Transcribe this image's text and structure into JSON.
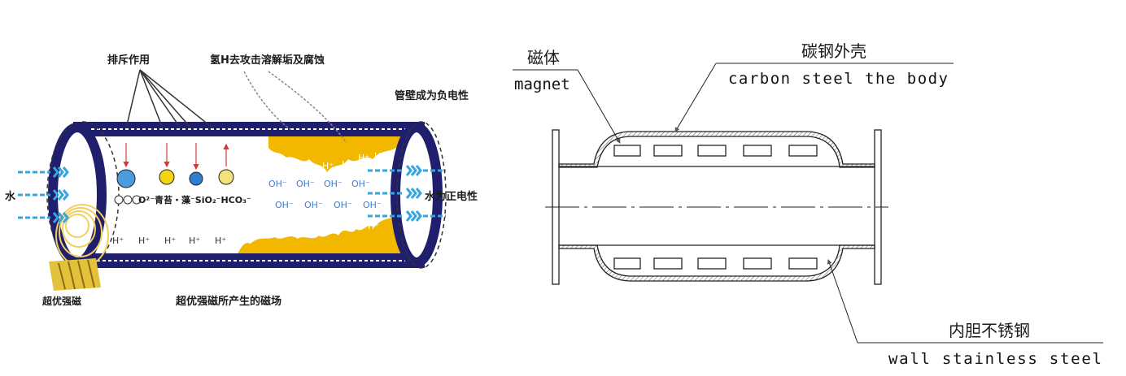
{
  "left_figure": {
    "repel_label": "排斥作用",
    "hydrogen_attack_label": "氢H去攻击溶解垢及腐蚀",
    "pipe_wall_negative_label": "管壁成为负电性",
    "water_label": "水",
    "water_positive_label": "水为正电性",
    "magnet_label": "超优强磁",
    "field_label": "超优强磁所产生的磁场",
    "ions_label": "O²⁻青苔・藻⁻SiO₂⁻HCO₃⁻",
    "h_ion": "H⁺",
    "oh_ion": "OH⁻",
    "colors": {
      "pipe_wall": "#1f1f6e",
      "water_arrow": "#34a6e0",
      "scale": "#f2b800",
      "ion_blue": "#4a9be0",
      "ion_yellow": "#f5d414",
      "ion_red_arrow": "#d23a3a",
      "coil": "#f0d060"
    }
  },
  "right_figure": {
    "magnet_cn": "磁体",
    "magnet_en": "magnet",
    "shell_cn": "碳钢外壳",
    "shell_en": "carbon steel the body",
    "inner_cn": "内胆不锈钢",
    "inner_en": "wall stainless steel"
  }
}
